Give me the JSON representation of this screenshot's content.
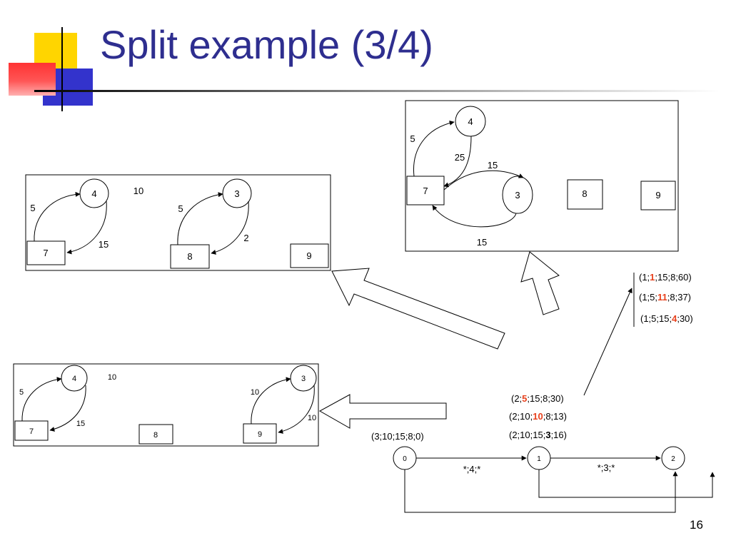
{
  "slide": {
    "title": "Split example (3/4)",
    "page_number": "16"
  },
  "top_right_graph": {
    "nodes": {
      "n4": "4",
      "n7": "7",
      "n3": "3",
      "n8": "8",
      "n9": "9"
    },
    "edges": {
      "e7_4": "5",
      "e4_7": "25",
      "e7_3": "15",
      "e3_7": "15"
    }
  },
  "middle_left_graph": {
    "nodes": {
      "n4": "4",
      "n7": "7",
      "n3": "3",
      "n8": "8",
      "n9": "9"
    },
    "edges": {
      "e7_4": "5",
      "e4_7": "15",
      "e8_3": "5",
      "e3_8": "2",
      "free": "10"
    }
  },
  "bottom_left_graph": {
    "nodes": {
      "n4": "4",
      "n7": "7",
      "n8": "8",
      "n3": "3",
      "n9": "9"
    },
    "edges": {
      "e7_4": "5",
      "e4_7": "15",
      "e9_3": "10",
      "e3_9": "10",
      "free": "10"
    }
  },
  "tuples_top": {
    "t1": {
      "before": "(1;",
      "highlight": "1",
      "after": ";15;8;60)"
    },
    "t2": {
      "before": "(1;5;",
      "highlight": "11",
      "after": ";8;37)"
    },
    "t3": {
      "before": "(1;5;15;",
      "highlight": "4",
      "after": ";30)"
    }
  },
  "tuples_mid": {
    "t1": {
      "before": "(2;",
      "highlight": "5",
      "after": ";15;8;30)"
    },
    "t2": {
      "before": "(2;10;",
      "highlight": "10",
      "after": ";8;13)"
    },
    "t3": {
      "before": "(2;10;15;",
      "highlight": "3",
      "after": ";16)"
    }
  },
  "root_tuple": "(3;10;15;8;0)",
  "search_tree": {
    "nodes": {
      "n0": "0",
      "n1": "1",
      "n2": "2"
    },
    "edge_labels": {
      "e0_1": "*;4;*",
      "e1_2": "*;3;*"
    }
  }
}
